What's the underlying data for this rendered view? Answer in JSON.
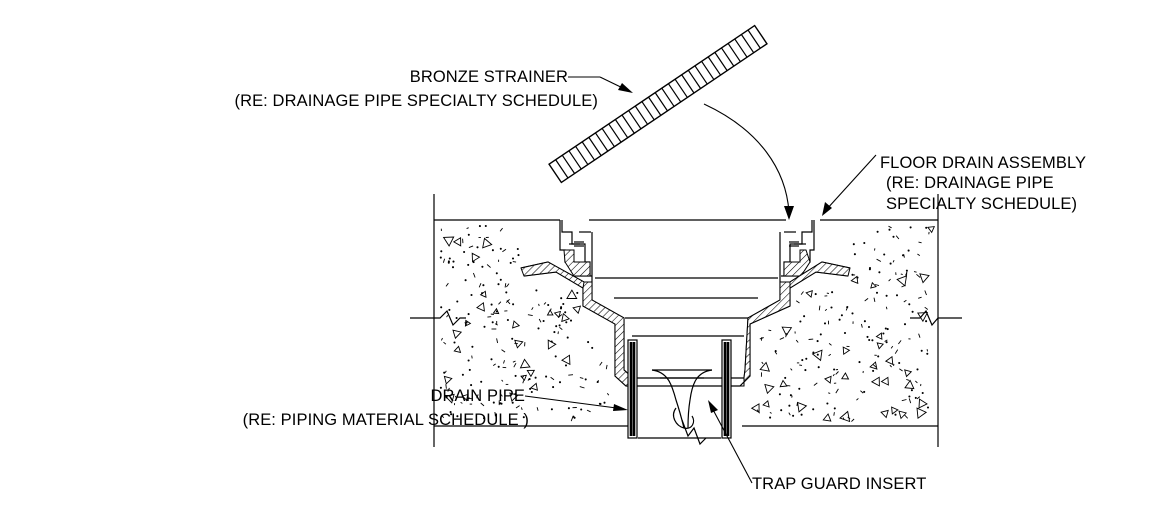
{
  "colors": {
    "ink": "#000000",
    "paper": "#ffffff"
  },
  "labels": {
    "bronze_strainer": {
      "line1": "BRONZE STRAINER",
      "line2": "(RE: DRAINAGE PIPE SPECIALTY SCHEDULE)"
    },
    "floor_drain_assembly": {
      "line1": "FLOOR DRAIN ASSEMBLY",
      "line2": "(RE: DRAINAGE PIPE",
      "line3": "SPECIALTY SCHEDULE)"
    },
    "drain_pipe": {
      "line1": "DRAIN PIPE",
      "line2": "(RE: PIPING MATERIAL SCHEDULE )"
    },
    "trap_guard_insert": {
      "line1": "TRAP GUARD INSERT"
    }
  }
}
